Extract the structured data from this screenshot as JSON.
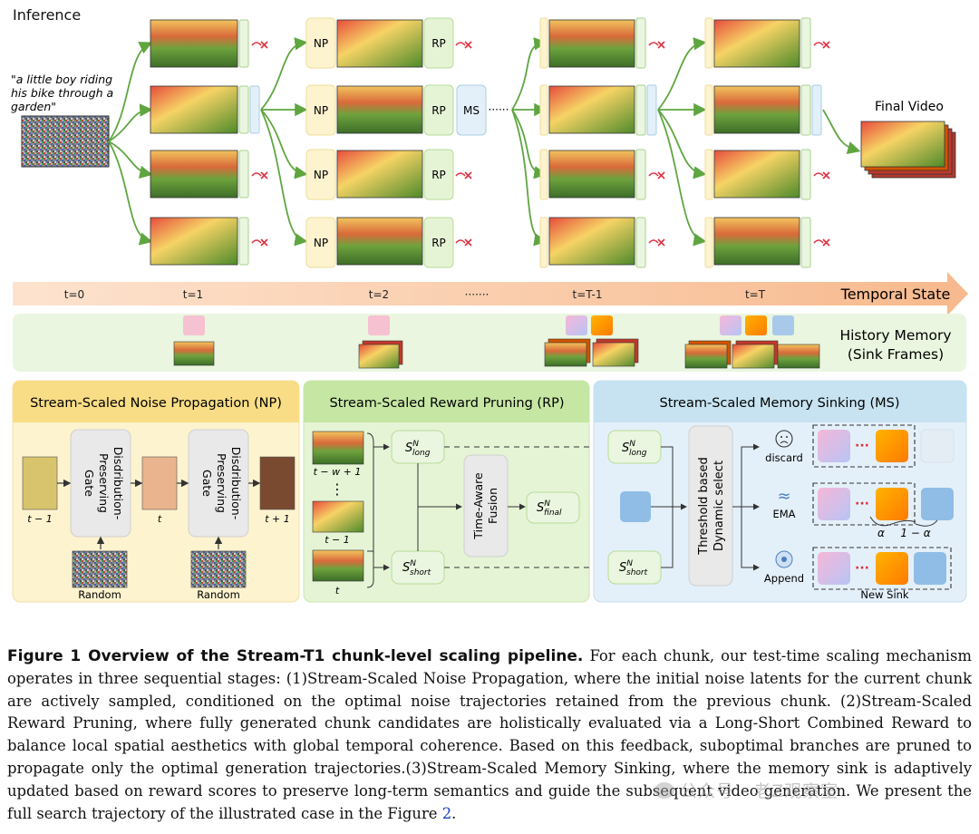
{
  "inference_label": "Inference",
  "prompt_text": [
    "\"a little boy riding",
    "his bike through a",
    "garden\""
  ],
  "final_video_label": "Final Video",
  "module_labels": {
    "np": "NP",
    "rp": "RP",
    "ms": "MS",
    "dots": "······"
  },
  "timeline": {
    "steps": [
      "t=0",
      "t=1",
      "t=2",
      "·······",
      "t=T-1",
      "t=T"
    ],
    "state_label": "Temporal State"
  },
  "history_memory": [
    "History Memory",
    "(Sink Frames)"
  ],
  "panels": {
    "np_title": "Stream-Scaled Noise Propagation (NP)",
    "rp_title": "Stream-Scaled Reward Pruning (RP)",
    "ms_title": "Stream-Scaled Memory Sinking (MS)"
  },
  "np": {
    "gate": [
      "Disdribution-",
      "Preserving",
      "Gate"
    ],
    "t_minus_1": "t − 1",
    "t": "t",
    "t_plus_1": "t + 1",
    "random": "Random"
  },
  "rp": {
    "frame_labels": [
      "t − w + 1",
      "⋮",
      "t − 1",
      "t"
    ],
    "s_long": "S",
    "long_sup": "N",
    "long_sub": "long",
    "s_short": "S",
    "short_sub": "short",
    "fusion": [
      "Time-Aware",
      "Fusion"
    ],
    "final_sub": "final"
  },
  "ms": {
    "select": [
      "Threshold based",
      "Dynamic select"
    ],
    "discard": "discard",
    "ema": "EMA",
    "append": "Append",
    "alpha": "α",
    "one_minus_alpha": "1 − α",
    "new_sink": "New Sink",
    "ellipsis": "···"
  },
  "caption": {
    "lead": "Figure 1  Overview of the Stream-T1 chunk-level scaling pipeline.",
    "body": " For each chunk, our test-time scaling mechanism operates in three sequential stages: (1)Stream-Scaled Noise Propagation, where the initial noise latents for the current chunk are actively sampled, conditioned on the optimal noise trajectories retained from the previous chunk. (2)Stream-Scaled Reward Pruning, where fully generated chunk candidates are holistically evaluated via a Long-Short Combined Reward to balance local spatial aesthetics with global temporal coherence. Based on this feedback, suboptimal branches are pruned to propagate only the optimal generation trajectories.(3)Stream-Scaled Memory Sinking, where the memory sink is adaptively updated based on reward scores to preserve long-term semantics and guide the subsequent video generation. We present the full search trajectory of the illustrated case in the Figure ",
    "ref": "2",
    "end": "."
  },
  "watermark": "公众号 · 老Z观察室",
  "colors": {
    "np_bg": "#fdf3cf",
    "rp_bg": "#e6f4d6",
    "ms_bg": "#e4f0f9",
    "np_head": "#f8dd86",
    "rp_head": "#c6e7a4",
    "ms_head": "#c7e3f1",
    "arrow_green": "#5fa640",
    "cross_red": "#e0303f",
    "timeline": "#f7c7a6"
  }
}
